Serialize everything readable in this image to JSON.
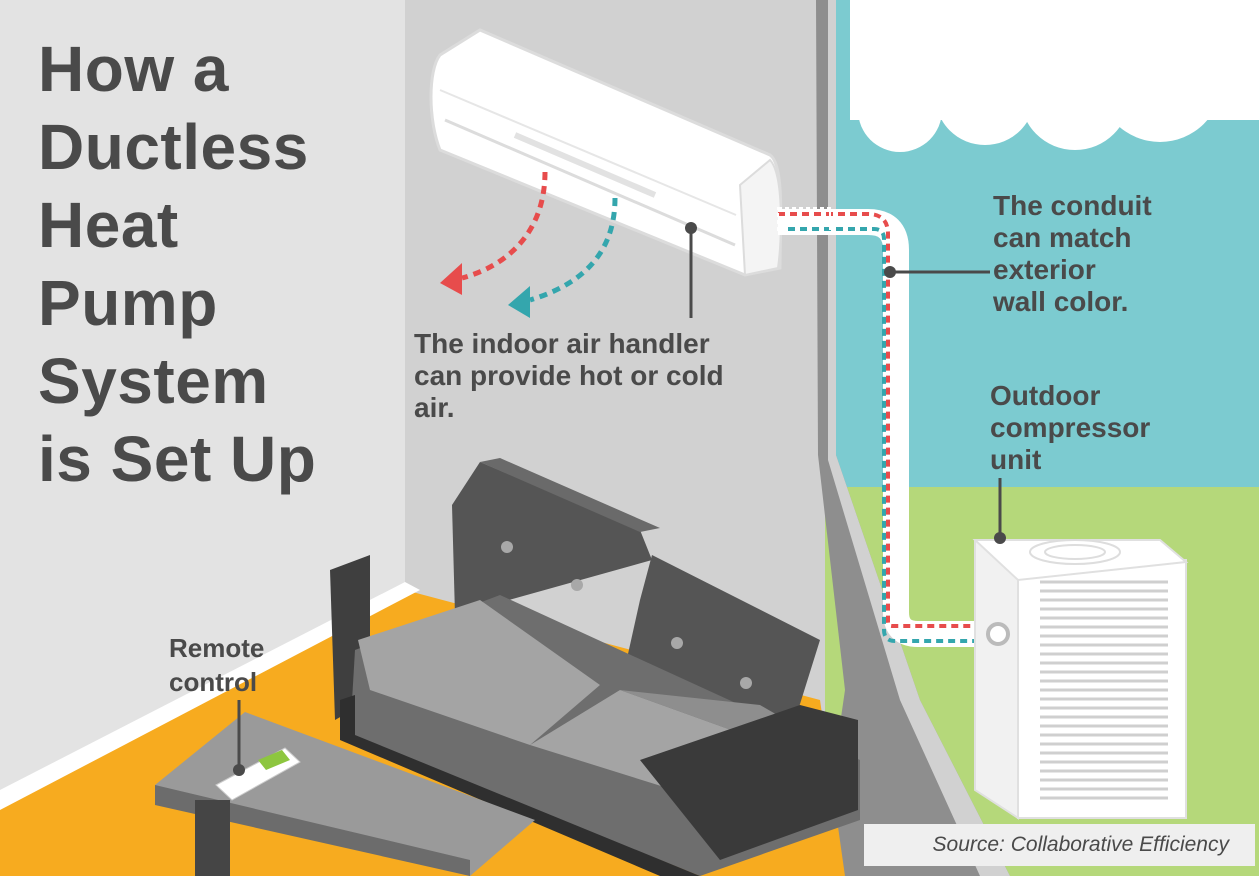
{
  "title_lines": [
    "How a",
    "Ductless",
    "Heat",
    "Pump",
    "System",
    "is Set Up"
  ],
  "labels": {
    "indoor_handler": [
      "The indoor air handler",
      "can provide hot or cold",
      "air."
    ],
    "conduit": [
      "The conduit",
      "can match",
      "exterior",
      "wall color."
    ],
    "compressor": [
      "Outdoor",
      "compressor",
      "unit"
    ],
    "remote": [
      "Remote",
      "control"
    ]
  },
  "source": "Source: Collaborative Efficiency",
  "colors": {
    "text": "#4a4a4a",
    "sky": "#7ccbd0",
    "grass": "#b5d87a",
    "floor": "#f7ab1f",
    "hot_air": "#e74c4c",
    "cold_air": "#34a6ad",
    "sofa": "#555555"
  }
}
